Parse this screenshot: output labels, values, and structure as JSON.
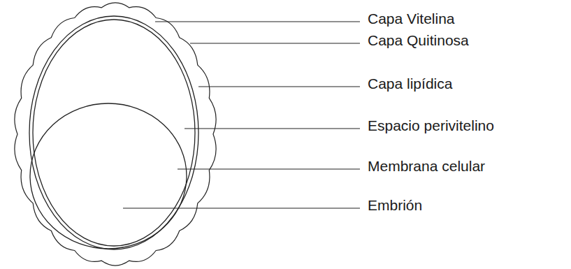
{
  "diagram": {
    "labels": [
      "Capa Vitelina",
      "Capa Quitinosa",
      "Capa lipídica",
      "Espacio perivitelino",
      "Membrana celular",
      "Embrión"
    ]
  }
}
